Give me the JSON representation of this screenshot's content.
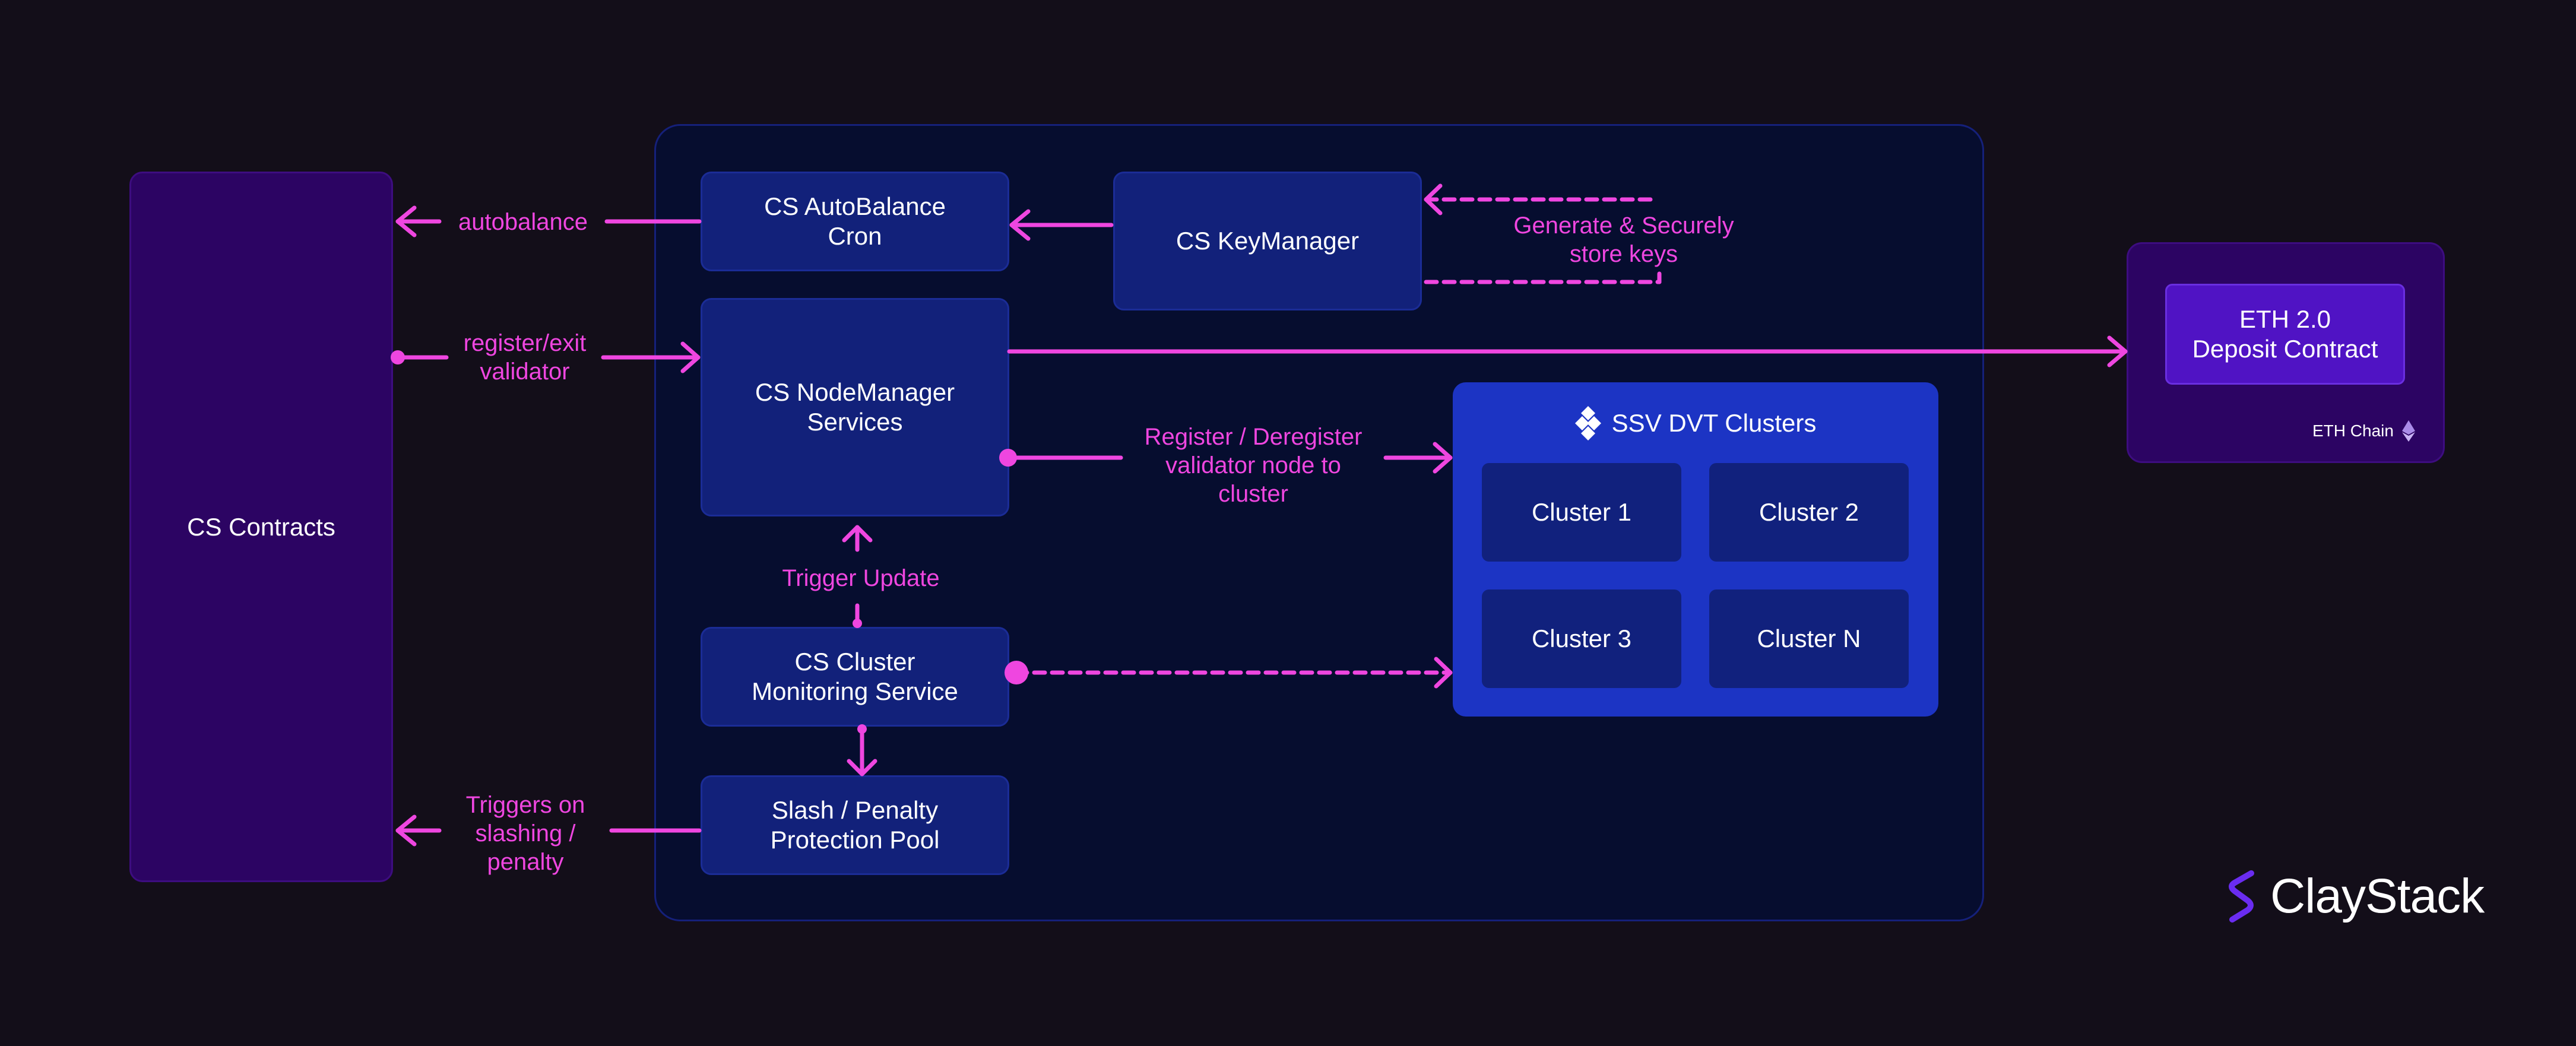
{
  "nodes": {
    "cs_contracts": "CS Contracts",
    "autobalance_cron": "CS AutoBalance\nCron",
    "keymanager": "CS KeyManager",
    "nodemanager": "CS NodeManager\nServices",
    "cluster_monitoring": "CS Cluster\nMonitoring Service",
    "slash_pool": "Slash / Penalty\nProtection Pool",
    "eth_deposit": "ETH 2.0\nDeposit Contract",
    "eth_chain": "ETH Chain"
  },
  "ssv": {
    "title": "SSV DVT Clusters",
    "clusters": [
      "Cluster 1",
      "Cluster 2",
      "Cluster 3",
      "Cluster N"
    ]
  },
  "labels": {
    "autobalance": "autobalance",
    "register_exit": "register/exit\nvalidator",
    "triggers_slashing": "Triggers on\nslashing /\npenalty",
    "generate_keys": "Generate & Securely\nstore keys",
    "register_deregister": "Register / Deregister\nvalidator node to\ncluster",
    "trigger_update": "Trigger Update"
  },
  "brand": {
    "name": "ClayStack"
  },
  "colors": {
    "background": "#130e19",
    "arrow": "#ef46e0",
    "node": "#12217a",
    "ssv_panel": "#1c34c4",
    "contracts": "#2c0463",
    "brand_logo": "#6a2cf0"
  },
  "icons": {
    "ssv": "ssv-diamond-icon",
    "eth": "ethereum-icon",
    "logo": "claystack-logo-icon"
  }
}
